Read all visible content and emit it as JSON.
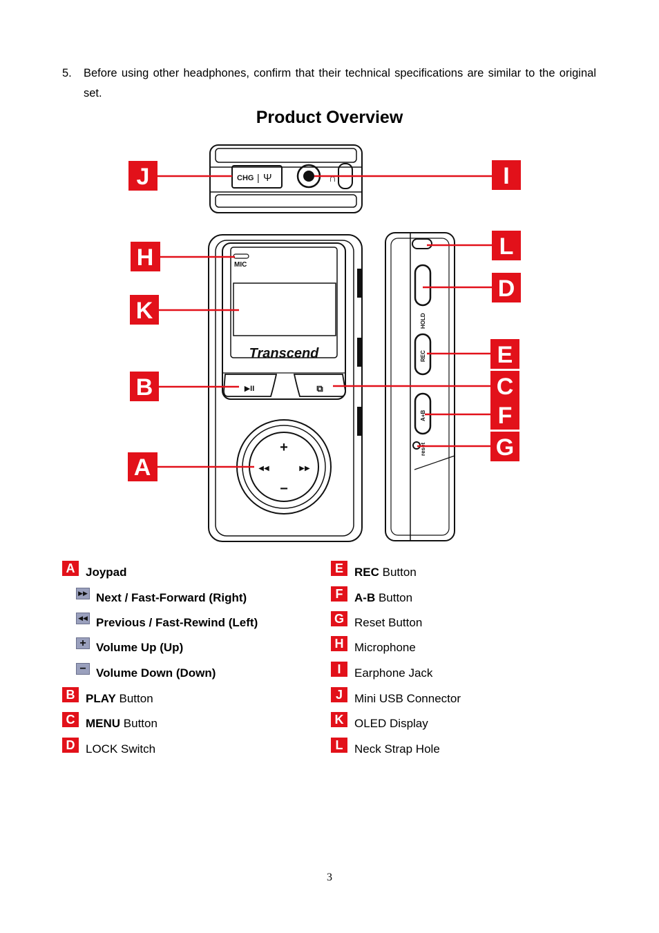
{
  "note": {
    "number": "5.",
    "text": "Before using other headphones, confirm that their technical specifications are similar to the original set."
  },
  "title": "Product Overview",
  "diagram": {
    "callouts": [
      "J",
      "I",
      "H",
      "K",
      "B",
      "A",
      "L",
      "D",
      "E",
      "C",
      "F",
      "G"
    ],
    "top_labels": {
      "chg": "CHG",
      "usb_symbol": "Ψ"
    },
    "front_labels": {
      "mic": "MIC",
      "brand": "Transcend"
    },
    "side_labels": {
      "hold": "HOLD",
      "rec": "REC",
      "ab": "A+B",
      "reset": "reset"
    },
    "joypad_symbols": {
      "up": "+",
      "down": "−",
      "left": "◀◀",
      "right": "▶▶"
    },
    "button_symbols": {
      "play": "▶II",
      "menu": "⧉"
    }
  },
  "legend": {
    "left": [
      {
        "badge": "A",
        "bold": "Joypad",
        "plain": ""
      },
      {
        "sub_icon": "fast-forward-icon",
        "symbol": "▶▶",
        "text": "Next / Fast-Forward (Right)"
      },
      {
        "sub_icon": "rewind-icon",
        "symbol": "◀◀",
        "text": "Previous / Fast-Rewind (Left)"
      },
      {
        "sub_icon": "plus-icon",
        "symbol": "+",
        "text": "Volume Up (Up)"
      },
      {
        "sub_icon": "minus-icon",
        "symbol": "−",
        "text": "Volume Down (Down)"
      },
      {
        "badge": "B",
        "bold": "PLAY",
        "plain": " Button"
      },
      {
        "badge": "C",
        "bold": "MENU",
        "plain": " Button"
      },
      {
        "badge": "D",
        "bold": "",
        "plain": "LOCK Switch"
      }
    ],
    "right": [
      {
        "badge": "E",
        "bold": "REC",
        "plain": " Button"
      },
      {
        "badge": "F",
        "bold": "A-B",
        "plain": " Button"
      },
      {
        "badge": "G",
        "bold": "",
        "plain": "Reset Button"
      },
      {
        "badge": "H",
        "bold": "",
        "plain": "Microphone"
      },
      {
        "badge": "I",
        "bold": "",
        "plain": "Earphone Jack"
      },
      {
        "badge": "J",
        "bold": "",
        "plain": "Mini USB Connector"
      },
      {
        "badge": "K",
        "bold": "",
        "plain": "OLED Display"
      },
      {
        "badge": "L",
        "bold": "",
        "plain": "Neck Strap Hole"
      }
    ]
  },
  "page_number": "3",
  "colors": {
    "callout": "#e2111a",
    "sub_icon": "#9aa0bd"
  }
}
